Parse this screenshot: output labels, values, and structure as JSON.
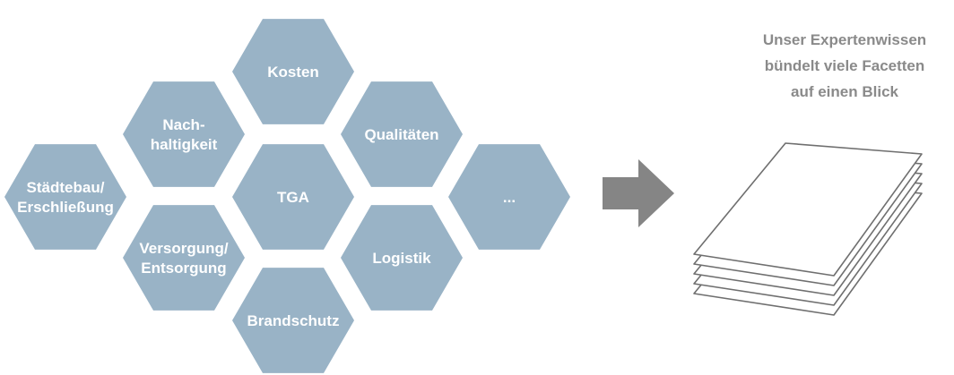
{
  "hexagons": [
    {
      "id": "kosten",
      "lines": [
        "Kosten"
      ]
    },
    {
      "id": "nachhaltigkeit",
      "lines": [
        "Nach-",
        "haltigkeit"
      ]
    },
    {
      "id": "qualitaeten",
      "lines": [
        "Qualitäten"
      ]
    },
    {
      "id": "staedtebau",
      "lines": [
        "Städtebau/",
        "Erschließung"
      ]
    },
    {
      "id": "tga",
      "lines": [
        "TGA"
      ]
    },
    {
      "id": "more",
      "lines": [
        "..."
      ]
    },
    {
      "id": "versorgung",
      "lines": [
        "Versorgung/",
        "Entsorgung"
      ]
    },
    {
      "id": "logistik",
      "lines": [
        "Logistik"
      ]
    },
    {
      "id": "brandschutz",
      "lines": [
        "Brandschutz"
      ]
    }
  ],
  "caption": {
    "line1": "Unser Expertenwissen",
    "line2": "bündelt viele Facetten",
    "line3": "auf einen Blick"
  },
  "colors": {
    "hexagon": "#99b3c6",
    "hexagon_text": "#ffffff",
    "arrow": "#858585",
    "caption_text": "#8a8a8a",
    "paper_stroke": "#6f6f6f"
  },
  "icons": {
    "arrow": "arrow-right-icon",
    "paper_stack": "paper-stack-icon"
  }
}
